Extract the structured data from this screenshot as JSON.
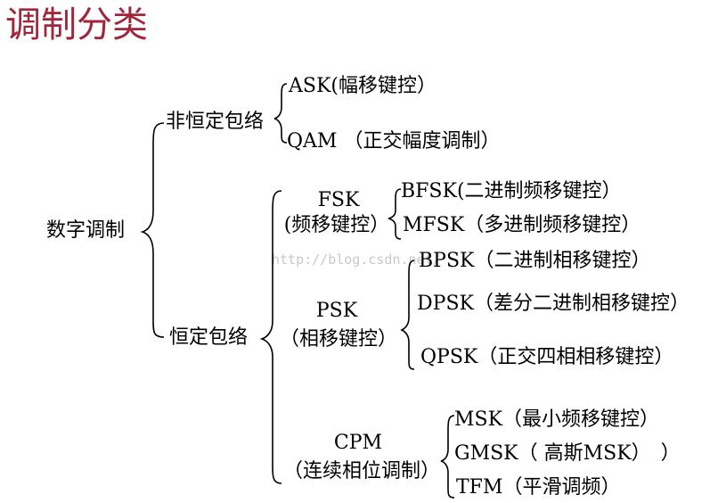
{
  "title": "调制分类",
  "colors": {
    "title": "#a0263c",
    "text": "#000000",
    "watermark": "#c8c8c8"
  },
  "watermark": "http://blog.csdn.net/",
  "root": "数字调制",
  "nonconstant": {
    "label": "非恒定包络",
    "ask": "ASK(幅移键控）",
    "qam": "QAM （正交幅度调制）"
  },
  "constant": {
    "label": "恒定包络",
    "fsk": {
      "label1": "FSK",
      "label2": "(频移键控）",
      "bfsk": "BFSK(二进制频移键控）",
      "mfsk": "MFSK（多进制频移键控）"
    },
    "psk": {
      "label1": "PSK",
      "label2": "（相移键控）",
      "bpsk": "BPSK（二进制相移键控）",
      "dpsk": "DPSK（差分二进制相移键控）",
      "qpsk": "QPSK（正交四相相移键控）"
    },
    "cpm": {
      "label1": "CPM",
      "label2": "（连续相位调制）",
      "msk": "MSK（最小频移键控）",
      "gmsk": "GMSK（ 高斯MSK）　）",
      "tfm": "TFM（平滑调频）"
    }
  }
}
